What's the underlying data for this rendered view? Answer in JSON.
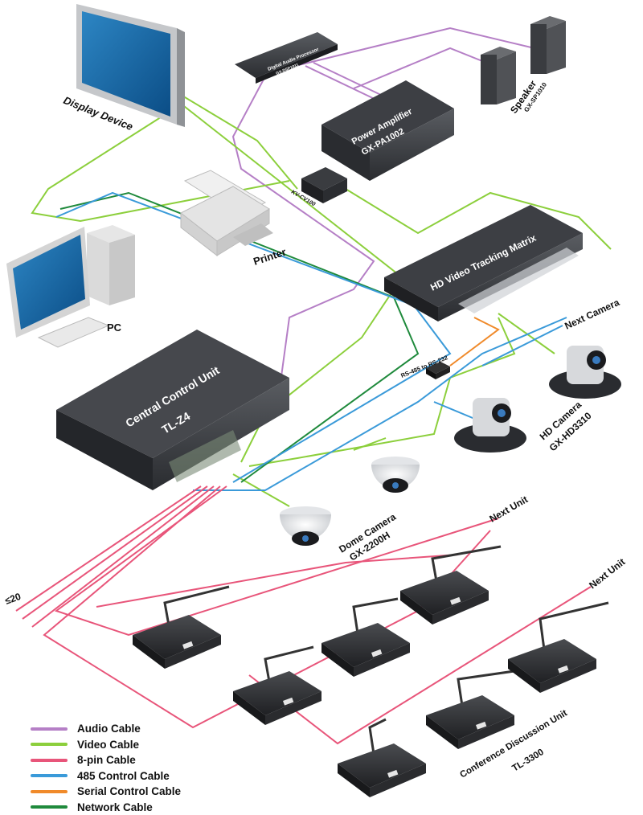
{
  "labels": {
    "display_device": "Display Device",
    "dsp_name": "Digital Audio Processor",
    "dsp_model": "GX-DSP1011",
    "amp_name": "Power Amplifier",
    "amp_model": "GX-PA1002",
    "speaker_name": "Speaker",
    "speaker_model": "GX-SP1010",
    "converter": "KV-CV100",
    "printer": "Printer",
    "pc": "PC",
    "matrix": "HD Video Tracking Matrix",
    "next_camera": "Next Camera",
    "rs485": "RS-485 to RS-232",
    "ccu_name": "Central Control Unit",
    "ccu_model": "TL-Z4",
    "hd_camera_name": "HD Camera",
    "hd_camera_model": "GX-HD3310",
    "dome_name": "Dome Camera",
    "dome_model": "GX-2200H",
    "next_unit_1": "Next Unit",
    "next_unit_2": "Next Unit",
    "max_units": "≤20",
    "discussion_name": "Conference Discussion Unit",
    "discussion_model": "TL-3300"
  },
  "legend": [
    {
      "label": "Audio Cable",
      "color": "#b57fc6"
    },
    {
      "label": "Video Cable",
      "color": "#8ccf3c"
    },
    {
      "label": "8-pin Cable",
      "color": "#e8557a"
    },
    {
      "label": "485 Control Cable",
      "color": "#3a9ad9"
    },
    {
      "label": "Serial Control Cable",
      "color": "#f08a2a"
    },
    {
      "label": "Network Cable",
      "color": "#1f8a3c"
    }
  ]
}
